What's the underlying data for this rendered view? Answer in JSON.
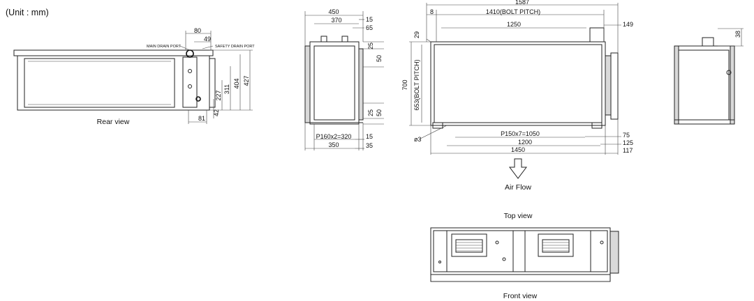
{
  "unit_label": "(Unit : mm)",
  "captions": {
    "rear": "Rear view",
    "top": "Top view",
    "front": "Front view",
    "air_flow": "Air Flow"
  },
  "rear_view": {
    "main_drain": "MAIN DRAIN PORT",
    "safety_drain": "SAFETY DRAIN PORT",
    "d80": "80",
    "d49": "49",
    "d427": "427",
    "d404": "404",
    "d311": "311",
    "d227": "227",
    "d42": "42",
    "d81": "81"
  },
  "side_view": {
    "d450": "450",
    "d370": "370",
    "d15a": "15",
    "d65": "65",
    "d25a": "25",
    "d50a": "50",
    "d25b": "25",
    "d50b": "50",
    "d320": "P160x2=320",
    "d15b": "15",
    "d350": "350",
    "d35": "35"
  },
  "top_view": {
    "d1587": "1587",
    "d8": "8",
    "d1410": "1410(BOLT PITCH)",
    "d1250": "1250",
    "d149": "149",
    "d29": "29",
    "d700": "700",
    "d653": "653(BOLT PITCH)",
    "d1050": "P150x7=1050",
    "d75": "75",
    "d1200": "1200",
    "d125": "125",
    "d1450": "1450",
    "d117": "117",
    "phi3": "ø3"
  },
  "right_view": {
    "d38": "38"
  }
}
